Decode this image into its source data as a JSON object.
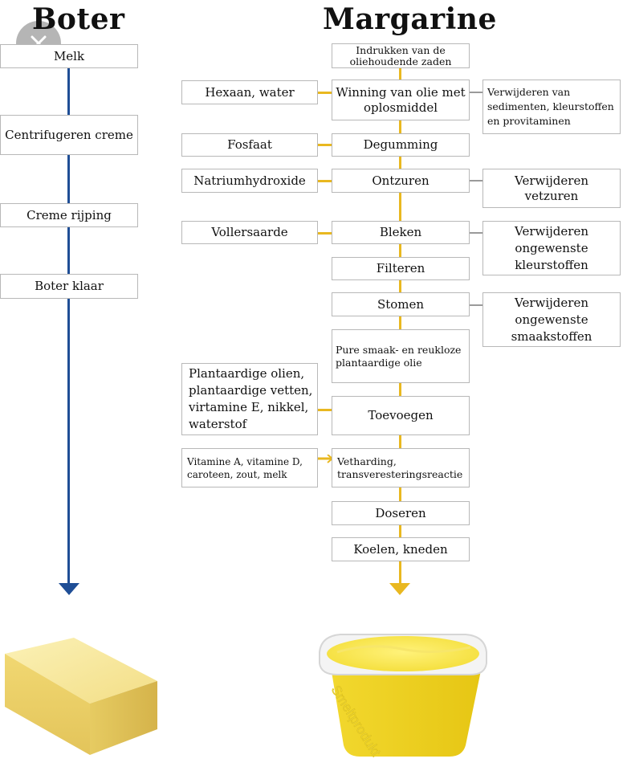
{
  "colors": {
    "boter_line": "#1f4e96",
    "margarine_line": "#e9b820",
    "side_line": "#9a9a9a",
    "box_border": "#b8b8b8"
  },
  "boter": {
    "title": "Boter",
    "steps": [
      "Melk",
      "Centrifugeren creme",
      "Creme rijping",
      "Boter klaar"
    ]
  },
  "margarine": {
    "title": "Margarine",
    "steps": [
      "Indrukken van de oliehoudende zaden",
      "Winning van olie met oplosmiddel",
      "Degumming",
      "Ontzuren",
      "Bleken",
      "Filteren",
      "Stomen",
      "Pure smaak- en reukloze plantaardige olie",
      "Toevoegen",
      "Vetharding, transveresteringsreactie",
      "Doseren",
      "Koelen, kneden"
    ],
    "inputs": [
      "Hexaan, water",
      "Fosfaat",
      "Natriumhydroxide",
      "Vollersaarde",
      "Plantaardige olien, plantaardige vetten, virtamine E, nikkel, waterstof",
      "Vitamine A, vitamine D, caroteen, zout, melk"
    ],
    "outputs": [
      "Verwijderen van sedimenten, kleurstoffen en provitaminen",
      "Verwijderen vetzuren",
      "Verwijderen ongewenste kleurstoffen",
      "Verwijderen ongewenste smaakstoffen"
    ]
  },
  "icons": {
    "close": "close-icon"
  },
  "product_label": "Smeltprodukt"
}
